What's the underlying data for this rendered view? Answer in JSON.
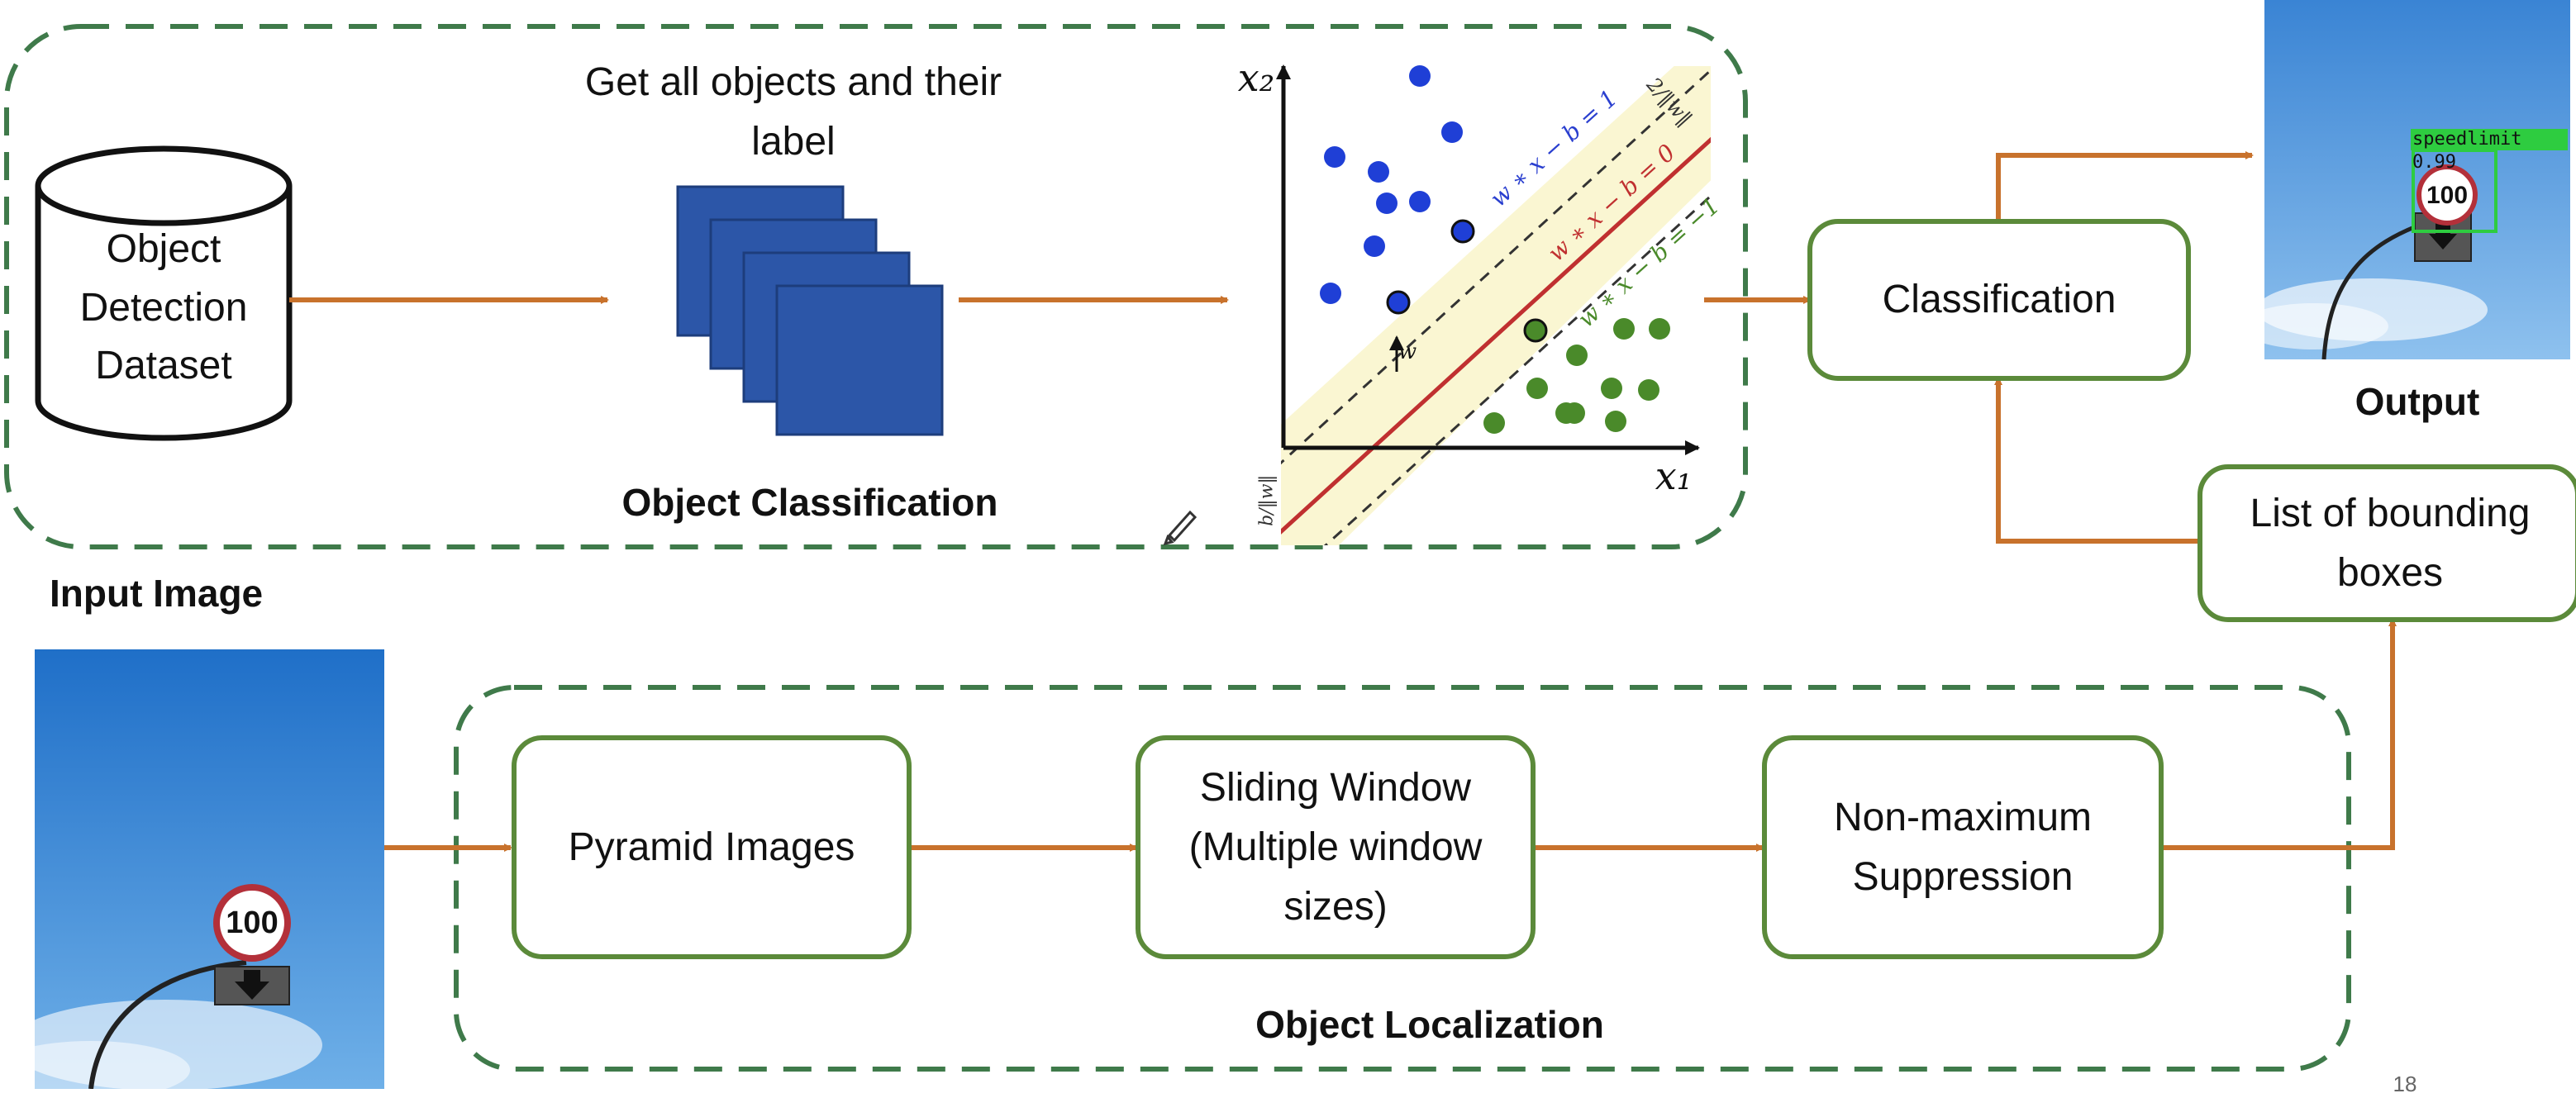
{
  "colors": {
    "arrow": "#c8722c",
    "box_border": "#5b8a3a",
    "dashed_border": "#3f7a4a",
    "stack_fill": "#2c56a8",
    "blue_point": "#1f3fd6",
    "green_point": "#4a8a2a",
    "margin_band": "#faf6d2",
    "hyperplane": "#c03030",
    "sky_top": "#1f6fc8",
    "sky_bottom": "#6fb0e8"
  },
  "dataset": {
    "label": "Object Detection Dataset"
  },
  "classification_stage": {
    "stack_caption": "Get all objects and their label",
    "section_title": "Object Classification"
  },
  "svm": {
    "x_axis_label": "x₁",
    "y_axis_label": "x₂",
    "upper_margin_label": "w ∗ x − b = 1",
    "hyperplane_label": "w ∗ x − b = 0",
    "lower_margin_label": "w ∗ x − b = −1",
    "margin_width_label": "2/‖w‖",
    "w_label": "w",
    "offset_label": "b/‖w‖"
  },
  "classification_box": {
    "label": "Classification"
  },
  "output": {
    "title": "Output",
    "detection_tag": "speedlimit 0.99",
    "sign_text": "100"
  },
  "bounding_boxes_box": {
    "label": "List of bounding boxes"
  },
  "input": {
    "title": "Input Image",
    "sign_text": "100"
  },
  "localization": {
    "pyramid_label": "Pyramid Images",
    "sliding_label": "Sliding Window (Multiple window sizes)",
    "nms_label": "Non-maximum Suppression",
    "section_title": "Object Localization"
  },
  "page_number": "18"
}
